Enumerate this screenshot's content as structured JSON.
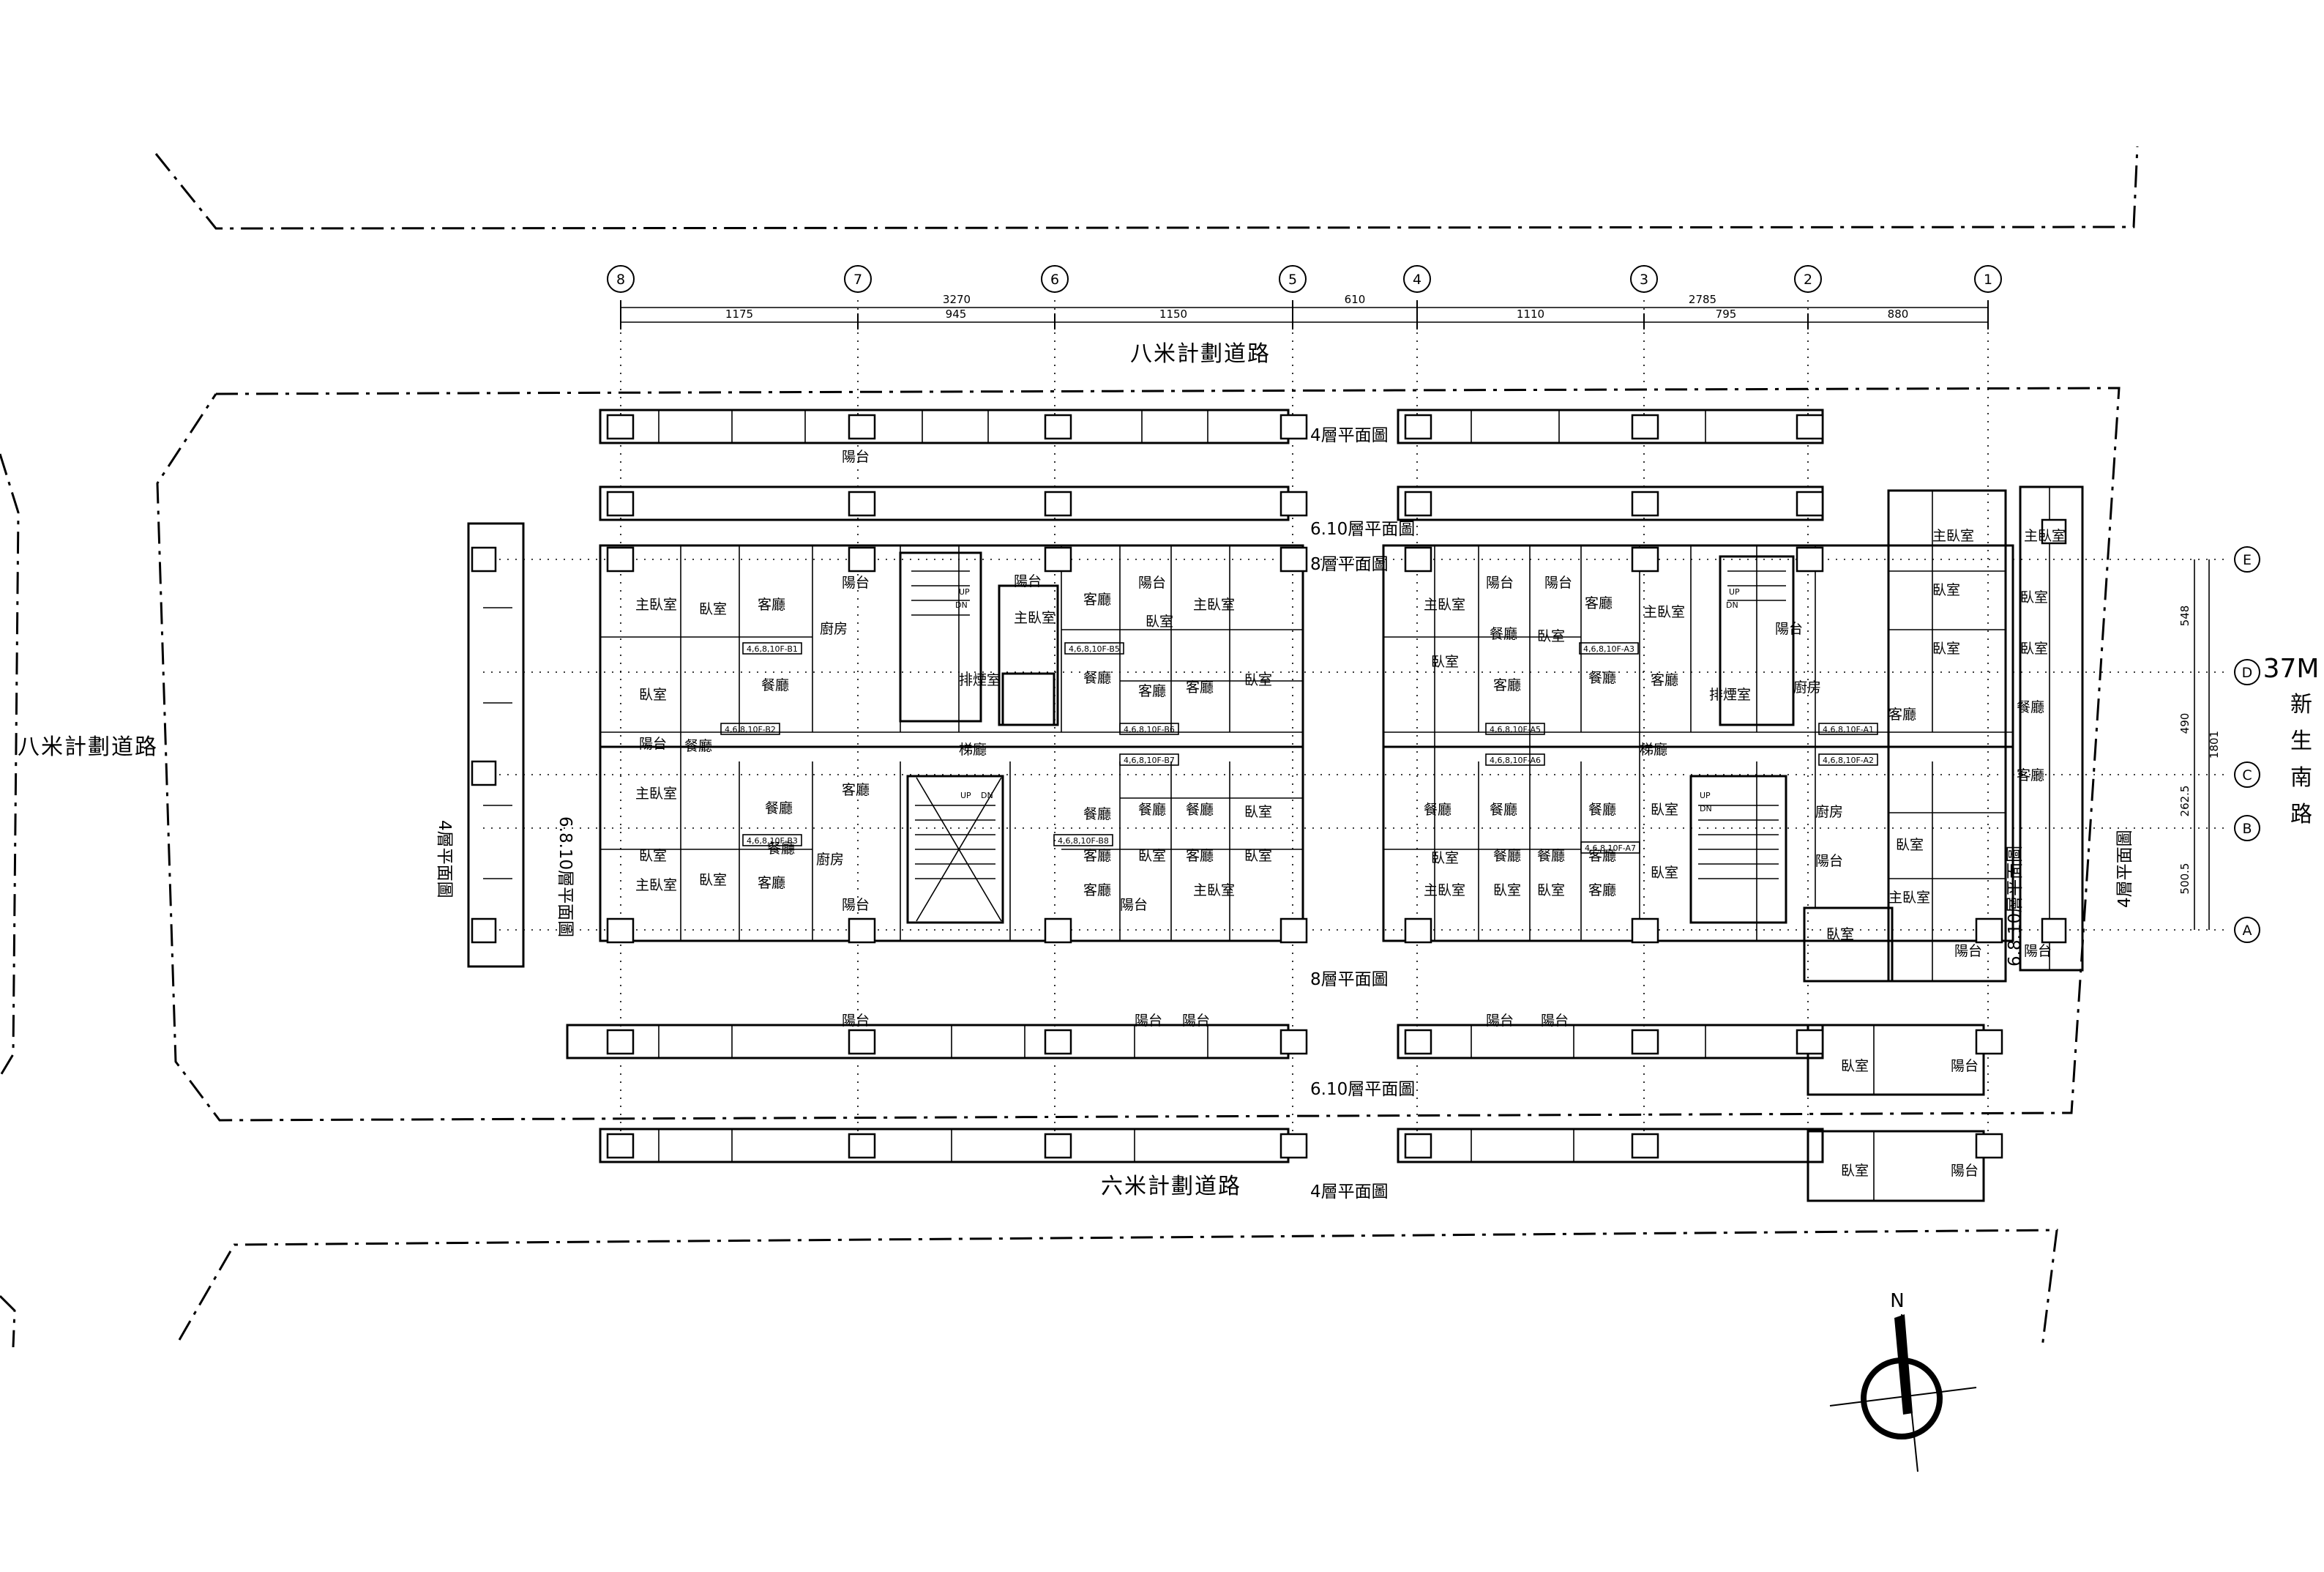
{
  "grid": {
    "columns": [
      "8",
      "7",
      "6",
      "5",
      "4",
      "3",
      "2",
      "1"
    ],
    "rows": [
      "E",
      "D",
      "C",
      "B",
      "A"
    ],
    "spans_top": [
      "3270",
      "610",
      "2785"
    ],
    "spans_bottom": [
      "1175",
      "945",
      "1150",
      "1110",
      "795",
      "880"
    ],
    "spans_right": [
      "548",
      "490",
      "262.5",
      "500.5"
    ],
    "total_right": "1801"
  },
  "roads": {
    "north": "八米計劃道路",
    "south": "六米計劃道路",
    "west": "八米計劃道路",
    "east_width": "37M",
    "east_name": [
      "新",
      "生",
      "南",
      "路"
    ]
  },
  "floor_labels": {
    "f4": "4層平面圖",
    "f610": "6.10層平面圖",
    "f8": "8層平面圖",
    "f6810": "6.8.10層平面圖"
  },
  "rooms": {
    "master": "主臥室",
    "bedroom": "臥室",
    "living": "客廳",
    "dining": "餐廳",
    "kitchen": "廚房",
    "balcony": "陽台",
    "lobby": "梯廳",
    "smoke": "排煙室"
  },
  "unit_tags": {
    "b1": "4,6,8,10F-B1",
    "b2": "4,6,8,10F-B2",
    "b3": "4,6,8,10F-B3",
    "b5": "4,6,8,10F-B5",
    "b6": "4,6,8,10F-B6",
    "b7": "4,6,8,10F-B7",
    "b8": "4,6,8,10F-B8",
    "a1": "4,6,8,10F-A1",
    "a2": "4,6,8,10F-A2",
    "a3": "4,6,8,10F-A3",
    "a5": "4,6,8,10F-A5",
    "a6": "4,6,8,10F-A6",
    "a7": "4,6,8,10F-A7"
  },
  "stairs": {
    "up": "UP",
    "dn": "DN"
  },
  "compass": "N",
  "colors": {
    "line": "#000000",
    "background": "#ffffff"
  }
}
